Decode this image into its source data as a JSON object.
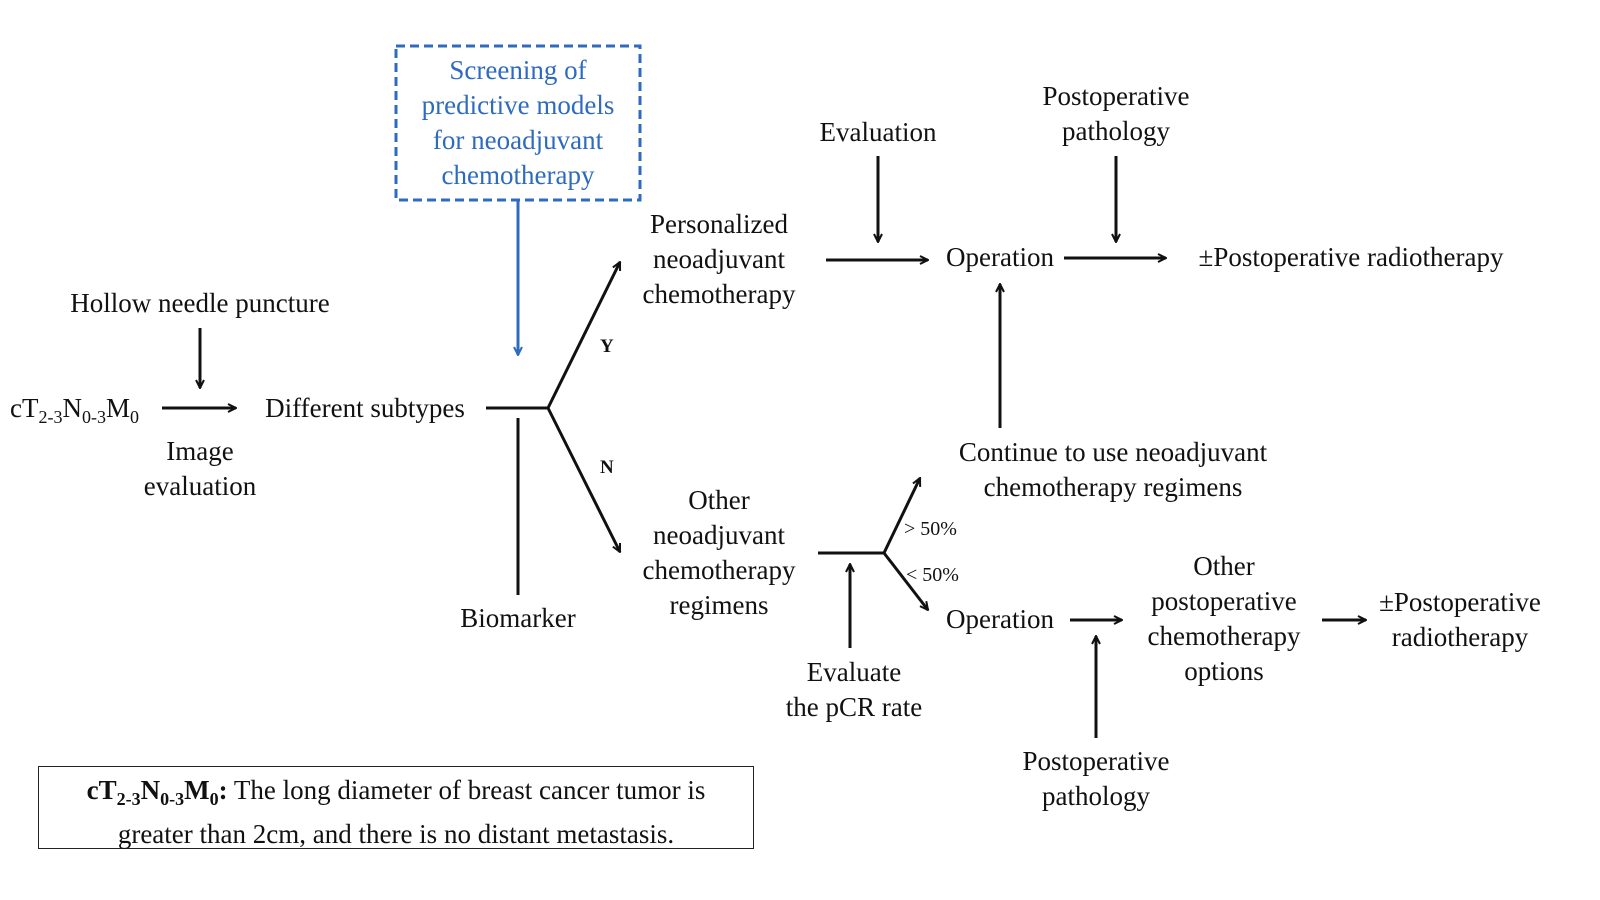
{
  "colors": {
    "line": "#111111",
    "accent": "#2e6bbf"
  },
  "labels": {
    "screening": "Screening of\npredictive models\nfor neoadjuvant\nchemotherapy",
    "hollow_needle": "Hollow needle puncture",
    "ct_stage": {
      "c": "cT",
      "s1": "2-3",
      "n": "N",
      "s2": "0-3",
      "m": "M",
      "s3": "0"
    },
    "different_subtypes": "Different subtypes",
    "image_evaluation": "Image\nevaluation",
    "biomarker": "Biomarker",
    "yes": "Y",
    "no": "N",
    "personalized": "Personalized\nneoadjuvant\nchemotherapy",
    "other_regimens": "Other\nneoadjuvant\nchemotherapy\nregimens",
    "evaluation": "Evaluation",
    "postop_pathology_top": "Postoperative\npathology",
    "operation_top": "Operation",
    "postop_radiotherapy_top": "±Postoperative radiotherapy",
    "continue": "Continue to use neoadjuvant\nchemotherapy regimens",
    "gt50": "> 50%",
    "lt50": "< 50%",
    "operation_bottom": "Operation",
    "other_postop_chemo": "Other\npostoperative\nchemotherapy\noptions",
    "postop_radiotherapy_bottom": "±Postoperative\nradiotherapy",
    "evaluate_pcr": "Evaluate\nthe pCR rate",
    "postop_pathology_bottom": "Postoperative\npathology"
  },
  "note": {
    "term": {
      "c": "cT",
      "s1": "2-3",
      "n": "N",
      "s2": "0-3",
      "m": "M",
      "s3": "0"
    },
    "colon": ":",
    "line1": " The long diameter of breast cancer tumor is",
    "line2": "greater than 2cm, and there is no distant metastasis."
  }
}
